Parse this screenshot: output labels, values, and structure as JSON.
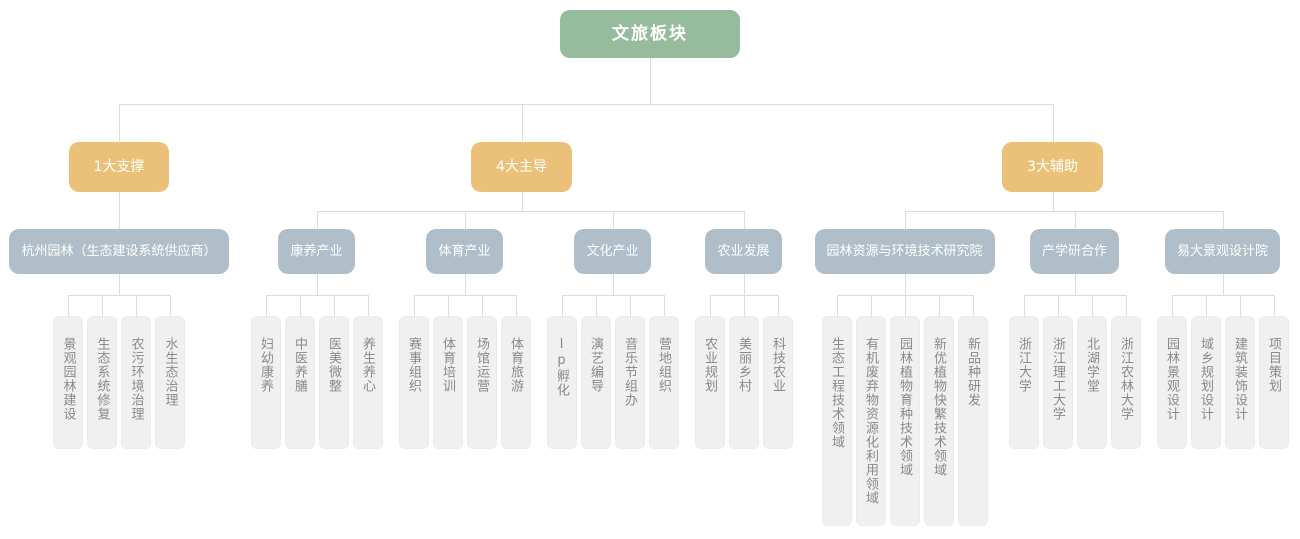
{
  "palette": {
    "root_green": "#96bc9d",
    "branch_orange": "#ebc17a",
    "subnode_bluegray": "#afbec8",
    "leaf_gray": "#f0f0f0",
    "leaf_text": "#8a8a8a",
    "connector_line": "#dcdcdc",
    "node_text": "#ffffff"
  },
  "tree": {
    "root": {
      "label": "文旅板块",
      "children": [
        {
          "label": "1大支撑",
          "children": [
            {
              "label": "杭州园林（生态建设系统供应商）",
              "children": [
                {
                  "label": "景观园林建设"
                },
                {
                  "label": "生态系统修复"
                },
                {
                  "label": "农污环境治理"
                },
                {
                  "label": "水生态治理"
                }
              ]
            }
          ]
        },
        {
          "label": "4大主导",
          "children": [
            {
              "label": "康养产业",
              "children": [
                {
                  "label": "妇幼康养"
                },
                {
                  "label": "中医养膳"
                },
                {
                  "label": "医美微整"
                },
                {
                  "label": "养生养心"
                }
              ]
            },
            {
              "label": "体育产业",
              "children": [
                {
                  "label": "赛事组织"
                },
                {
                  "label": "体育培训"
                },
                {
                  "label": "场馆运营"
                },
                {
                  "label": "体育旅游"
                }
              ]
            },
            {
              "label": "文化产业",
              "children": [
                {
                  "label": "Ip孵化"
                },
                {
                  "label": "演艺编导"
                },
                {
                  "label": "音乐节组办"
                },
                {
                  "label": "营地组织"
                }
              ]
            },
            {
              "label": "农业发展",
              "children": [
                {
                  "label": "农业规划"
                },
                {
                  "label": "美丽乡村"
                },
                {
                  "label": "科技农业"
                }
              ]
            }
          ]
        },
        {
          "label": "3大辅助",
          "children": [
            {
              "label": "园林资源与环境技术研究院",
              "children": [
                {
                  "label": "生态工程技术领域"
                },
                {
                  "label": "有机废弃物资源化利用领域"
                },
                {
                  "label": "园林植物育种技术领域"
                },
                {
                  "label": "新优植物快繁技术领域"
                },
                {
                  "label": "新品种研发"
                }
              ]
            },
            {
              "label": "产学研合作",
              "children": [
                {
                  "label": "浙江大学"
                },
                {
                  "label": "浙江理工大学"
                },
                {
                  "label": "北湖学堂"
                },
                {
                  "label": "浙江农林大学"
                }
              ]
            },
            {
              "label": "易大景观设计院",
              "children": [
                {
                  "label": "园林景观设计"
                },
                {
                  "label": "域乡规划设计"
                },
                {
                  "label": "建筑装饰设计"
                },
                {
                  "label": "项目策划"
                }
              ]
            }
          ]
        }
      ]
    }
  }
}
